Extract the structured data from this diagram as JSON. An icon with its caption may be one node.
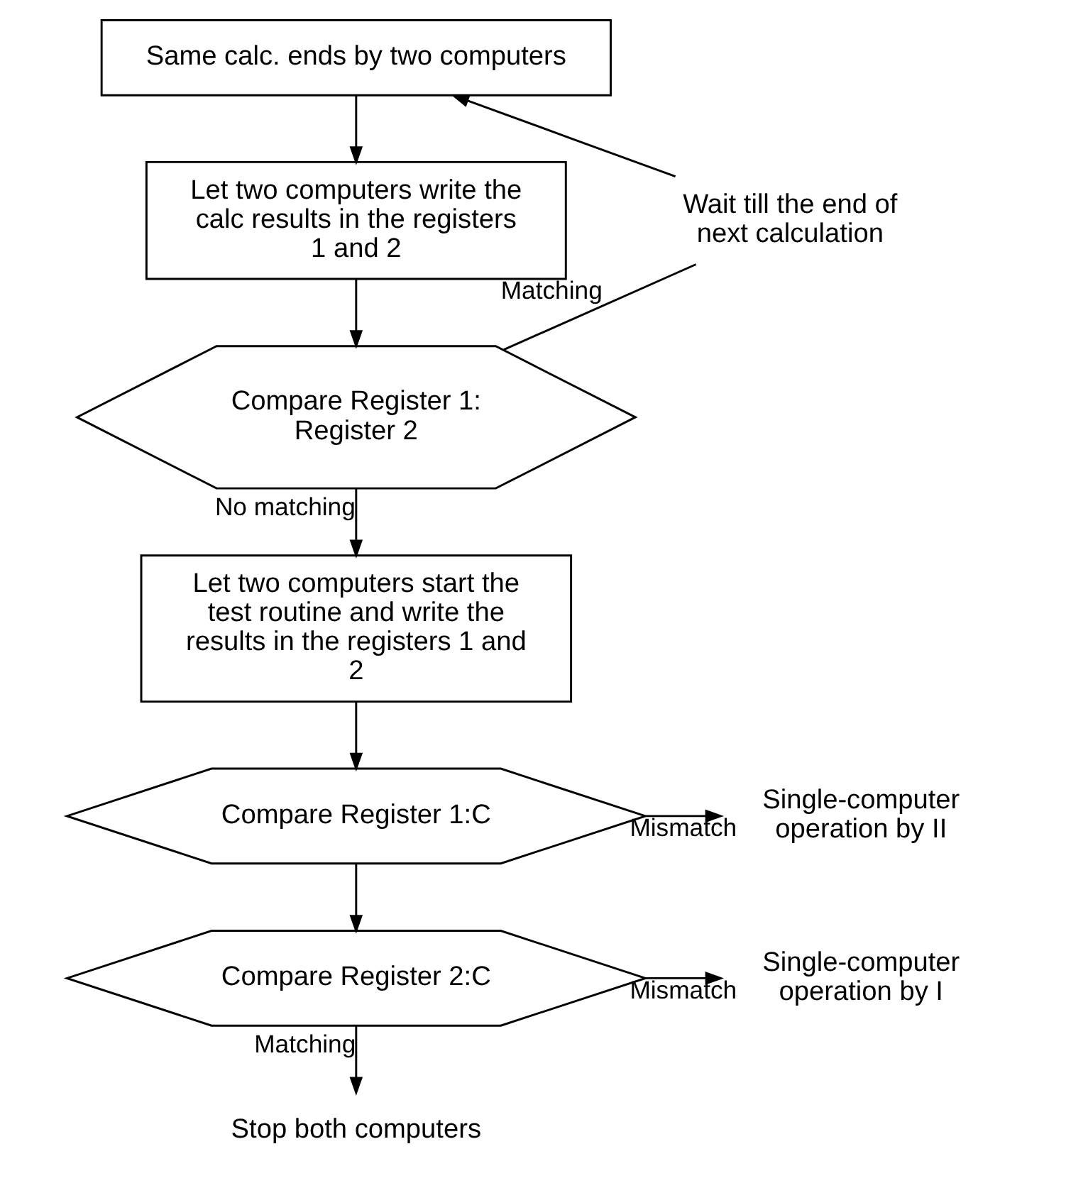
{
  "diagram": {
    "nodes": [
      {
        "text": [
          "Same calc. ends by two computers"
        ]
      },
      {
        "text": [
          "Let two computers write the calc results in the registers 1 and 2"
        ]
      },
      {
        "text": [
          "Compare Register 1:  Register 2"
        ]
      },
      {
        "text": [
          "Let two computers start the test routine and write the results in the registers 1 and 2"
        ]
      },
      {
        "text": [
          "Compare Register 1:C"
        ]
      },
      {
        "text": [
          "Compare Register 2:C"
        ]
      },
      {
        "text": [
          "Wait till the end of next calculation"
        ]
      },
      {
        "text": [
          "Single-computer operation by II"
        ]
      },
      {
        "text": [
          "Single-computer operation by I"
        ]
      },
      {
        "text": [
          "Stop both computers"
        ]
      }
    ],
    "edges": [
      {
        "from": 0,
        "to": 1,
        "arrow": "to"
      },
      {
        "from": 1,
        "to": 2,
        "arrow": "to"
      },
      {
        "from": 2,
        "to": 3,
        "arrow": "to",
        "label": "No matching"
      },
      {
        "from": 3,
        "to": 4,
        "arrow": "to"
      },
      {
        "from": 4,
        "to": 5,
        "arrow": "to"
      },
      {
        "from": 4,
        "to": 7,
        "arrow": "to",
        "label": "Mismatch"
      },
      {
        "from": 5,
        "to": 8,
        "arrow": "to",
        "label": "Mismatch"
      },
      {
        "from": 5,
        "to": 9,
        "arrow": "to",
        "label": "Matching"
      },
      {
        "from": 2,
        "to": 6,
        "arrow": "none",
        "label": "Matching"
      },
      {
        "from": 6,
        "to": 0,
        "arrow": "to"
      }
    ]
  }
}
